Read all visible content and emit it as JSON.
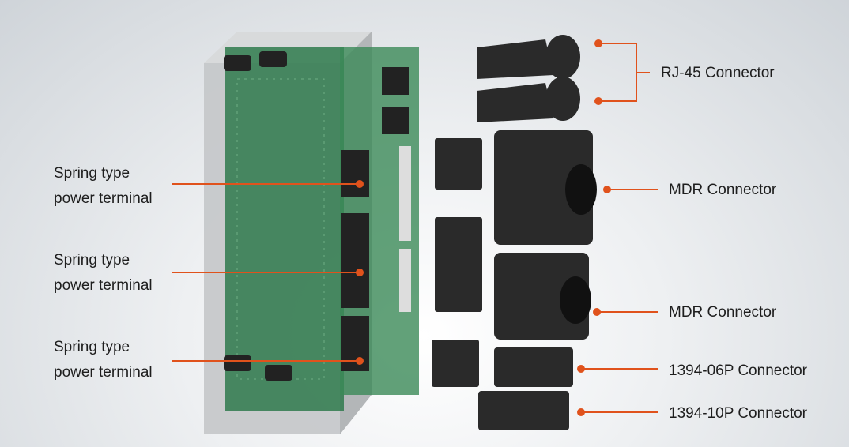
{
  "left_labels": [
    {
      "line1": "Spring type",
      "line2": "power terminal"
    },
    {
      "line1": "Spring type",
      "line2": "power terminal"
    },
    {
      "line1": "Spring type",
      "line2": "power terminal"
    }
  ],
  "right_labels": [
    "RJ-45 Connector",
    "MDR Connector",
    "MDR Connector",
    "1394-06P Connector",
    "1394-10P Connector"
  ],
  "colors": {
    "leader": "#e0521c",
    "board": "#2f7a4c",
    "housing": "#c9cbcd",
    "connector": "#2a2a2a"
  }
}
